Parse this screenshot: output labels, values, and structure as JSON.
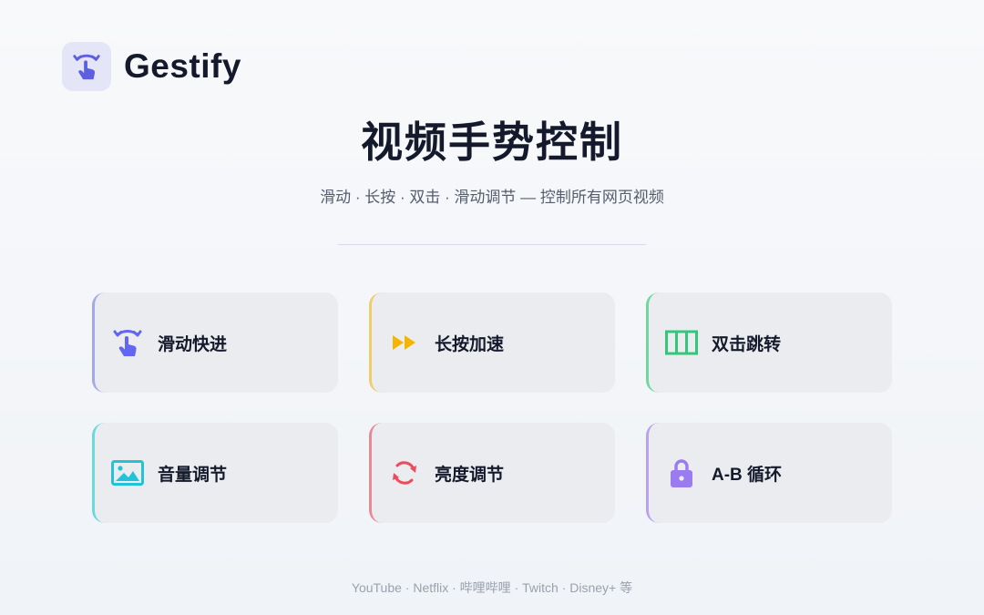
{
  "brand": {
    "name": "Gestify",
    "logo_icon": "swipe-gesture-icon",
    "accent_color": "#6366f1",
    "logo_bg_color": "#e4e6f7"
  },
  "hero": {
    "title": "视频手势控制",
    "subtitle": "滑动 · 长按 · 双击 · 滑动调节 — 控制所有网页视频"
  },
  "features": [
    {
      "label": "滑动快进",
      "icon": "swipe-gesture-icon",
      "icon_color": "#6366f1",
      "accent_color": "#a3a8e8"
    },
    {
      "label": "长按加速",
      "icon": "fast-forward-icon",
      "icon_color": "#f5b400",
      "accent_color": "#f0cc6a"
    },
    {
      "label": "双击跳转",
      "icon": "columns-icon",
      "icon_color": "#34c77b",
      "accent_color": "#6fd6a0"
    },
    {
      "label": "音量调节",
      "icon": "image-icon",
      "icon_color": "#22c3d8",
      "accent_color": "#6ad7e3"
    },
    {
      "label": "亮度调节",
      "icon": "refresh-icon",
      "icon_color": "#ee4b5e",
      "accent_color": "#e88a95"
    },
    {
      "label": "A-B 循环",
      "icon": "lock-icon",
      "icon_color": "#9b7bf0",
      "accent_color": "#b9a3ee"
    }
  ],
  "footer": {
    "platforms": "YouTube · Netflix · 哔哩哔哩 · Twitch · Disney+ 等"
  }
}
